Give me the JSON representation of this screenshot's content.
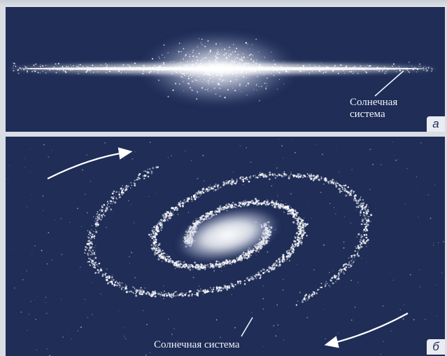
{
  "figure": {
    "panel_a": {
      "label": "Солнечная\nсистема",
      "label_line1": "Солнечная",
      "label_line2": "система",
      "letter": "а"
    },
    "panel_b": {
      "label": "Солнечная система",
      "letter": "б"
    }
  },
  "colors": {
    "background": "#1f2d57",
    "stars": "#ffffff",
    "corner_box": "#e9ecf1"
  },
  "icons": [
    "rotation-arrow-icon"
  ]
}
